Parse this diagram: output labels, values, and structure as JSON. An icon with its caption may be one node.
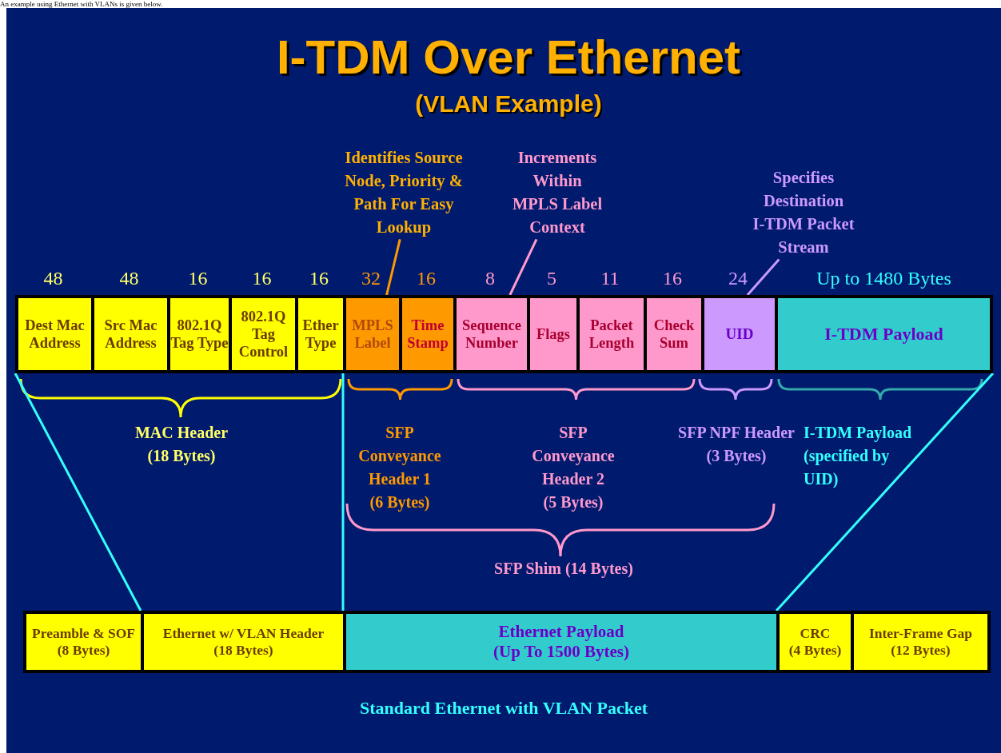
{
  "diagram": {
    "title": "I-TDM Over Ethernet",
    "caption": "Standard Ethernet with VLAN Packet",
    "nodes": [
      {
        "text": [
          "Dest Mac Address"
        ],
        "beside": [
          "48"
        ]
      },
      {
        "text": [
          "Src Mac Address"
        ],
        "beside": [
          "48"
        ]
      },
      {
        "text": [
          "802.1Q Tag Type"
        ],
        "beside": [
          "16"
        ]
      },
      {
        "text": [
          "802.1Q Tag Control"
        ],
        "beside": [
          "16"
        ]
      },
      {
        "text": [
          "Ether Type"
        ],
        "beside": [
          "16"
        ]
      },
      {
        "text": [
          "MPLS Label"
        ],
        "beside": [
          "32"
        ]
      },
      {
        "text": [
          "Time Stamp"
        ],
        "beside": [
          "16"
        ]
      },
      {
        "text": [
          "Sequence Number"
        ],
        "beside": [
          "8"
        ]
      },
      {
        "text": [
          "Flags"
        ],
        "beside": [
          "5"
        ]
      },
      {
        "text": [
          "Packet Length"
        ],
        "beside": [
          "11"
        ]
      },
      {
        "text": [
          "Check Sum"
        ],
        "beside": [
          "16"
        ]
      },
      {
        "text": [
          "UID"
        ],
        "beside": [
          "24"
        ]
      },
      {
        "text": [
          "I-TDM Payload"
        ],
        "beside": [
          "Up to 1480 Bytes"
        ]
      },
      {
        "text": [
          "Identifies Source Node, Priority & Path For Easy Lookup"
        ]
      },
      {
        "text": [
          "Increments Within MPLS Label Context"
        ]
      },
      {
        "text": [
          "Specifies Destination I-TDM Packet Stream"
        ]
      },
      {
        "text": [
          "Preamble & SOF (8 Bytes)"
        ]
      },
      {
        "text": [
          "Ethernet w/ VLAN Header (18 Bytes)"
        ]
      },
      {
        "text": [
          "Ethernet Payload (Up To 1500 Bytes)"
        ]
      },
      {
        "text": [
          "CRC (4 Bytes)"
        ]
      },
      {
        "text": [
          "Inter-Frame Gap (12 Bytes)"
        ]
      }
    ],
    "edges": [
      {
        "from": 13,
        "to": 5,
        "arrow": "none",
        "color": "#ff9900"
      },
      {
        "from": 14,
        "to": 7,
        "arrow": "none",
        "color": "#ff99cc"
      },
      {
        "from": 15,
        "to": 11,
        "arrow": "none",
        "color": "#cc99ff"
      },
      {
        "from": 0,
        "to": 17,
        "arrow": "none",
        "color": "#33ffff"
      },
      {
        "from": 4,
        "to": 17,
        "arrow": "none",
        "color": "#33ffff"
      },
      {
        "from": 12,
        "to": 18,
        "arrow": "none",
        "color": "#33ffff"
      }
    ],
    "labels": [
      "An example using Ethernet with VLANs is given below.",
      "(VLAN Example)",
      "MAC Header (18 Bytes)",
      "SFP Conveyance Header 1 (6 Bytes)",
      "SFP Conveyance Header 2 (5 Bytes)",
      "SFP NPF Header (3 Bytes)",
      "I-TDM Payload (specified by UID)",
      "SFP Shim (14 Bytes)"
    ]
  }
}
